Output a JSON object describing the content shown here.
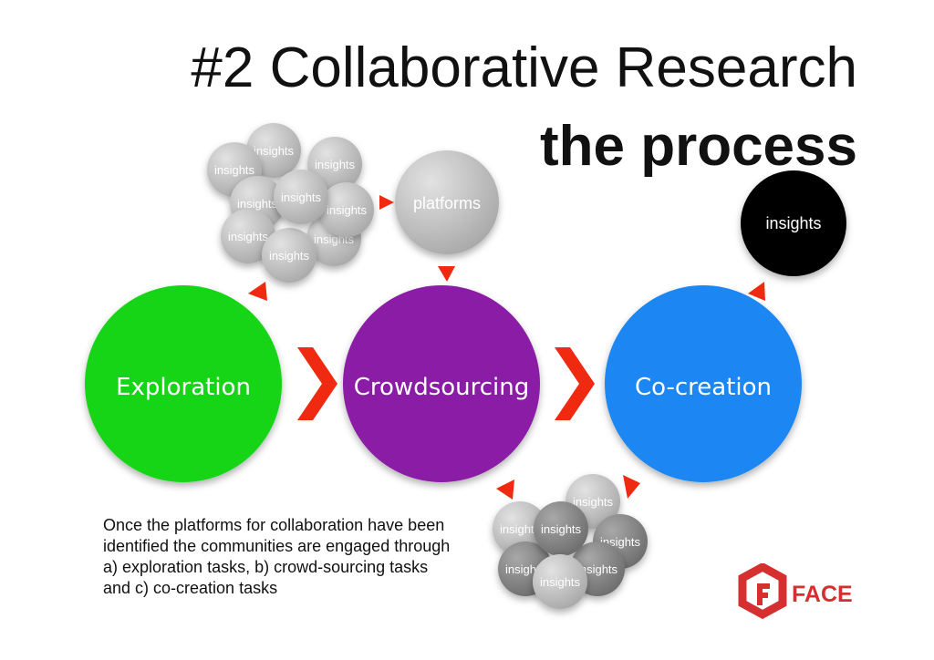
{
  "title": "#2 Collaborative Research",
  "subtitle": "the process",
  "stages": [
    {
      "label": "Exploration",
      "color": "#17d414"
    },
    {
      "label": "Crowdsourcing",
      "color": "#8a1ea5"
    },
    {
      "label": "Co-creation",
      "color": "#1f86f2"
    }
  ],
  "platforms_label": "platforms",
  "insights_label": "insights",
  "caption_lines": [
    "Once the platforms for collaboration have been",
    "identified the communities are engaged through",
    "a) exploration tasks, b) crowd-sourcing tasks",
    "and c) co-creation tasks"
  ],
  "logo": {
    "text": "FACE",
    "color": "#d62f2f"
  },
  "colors": {
    "arrow": "#f02a10",
    "bubble_light": "#c4c4c4",
    "bubble_dark": "#8a8a8a",
    "insights_node": "#050505"
  }
}
